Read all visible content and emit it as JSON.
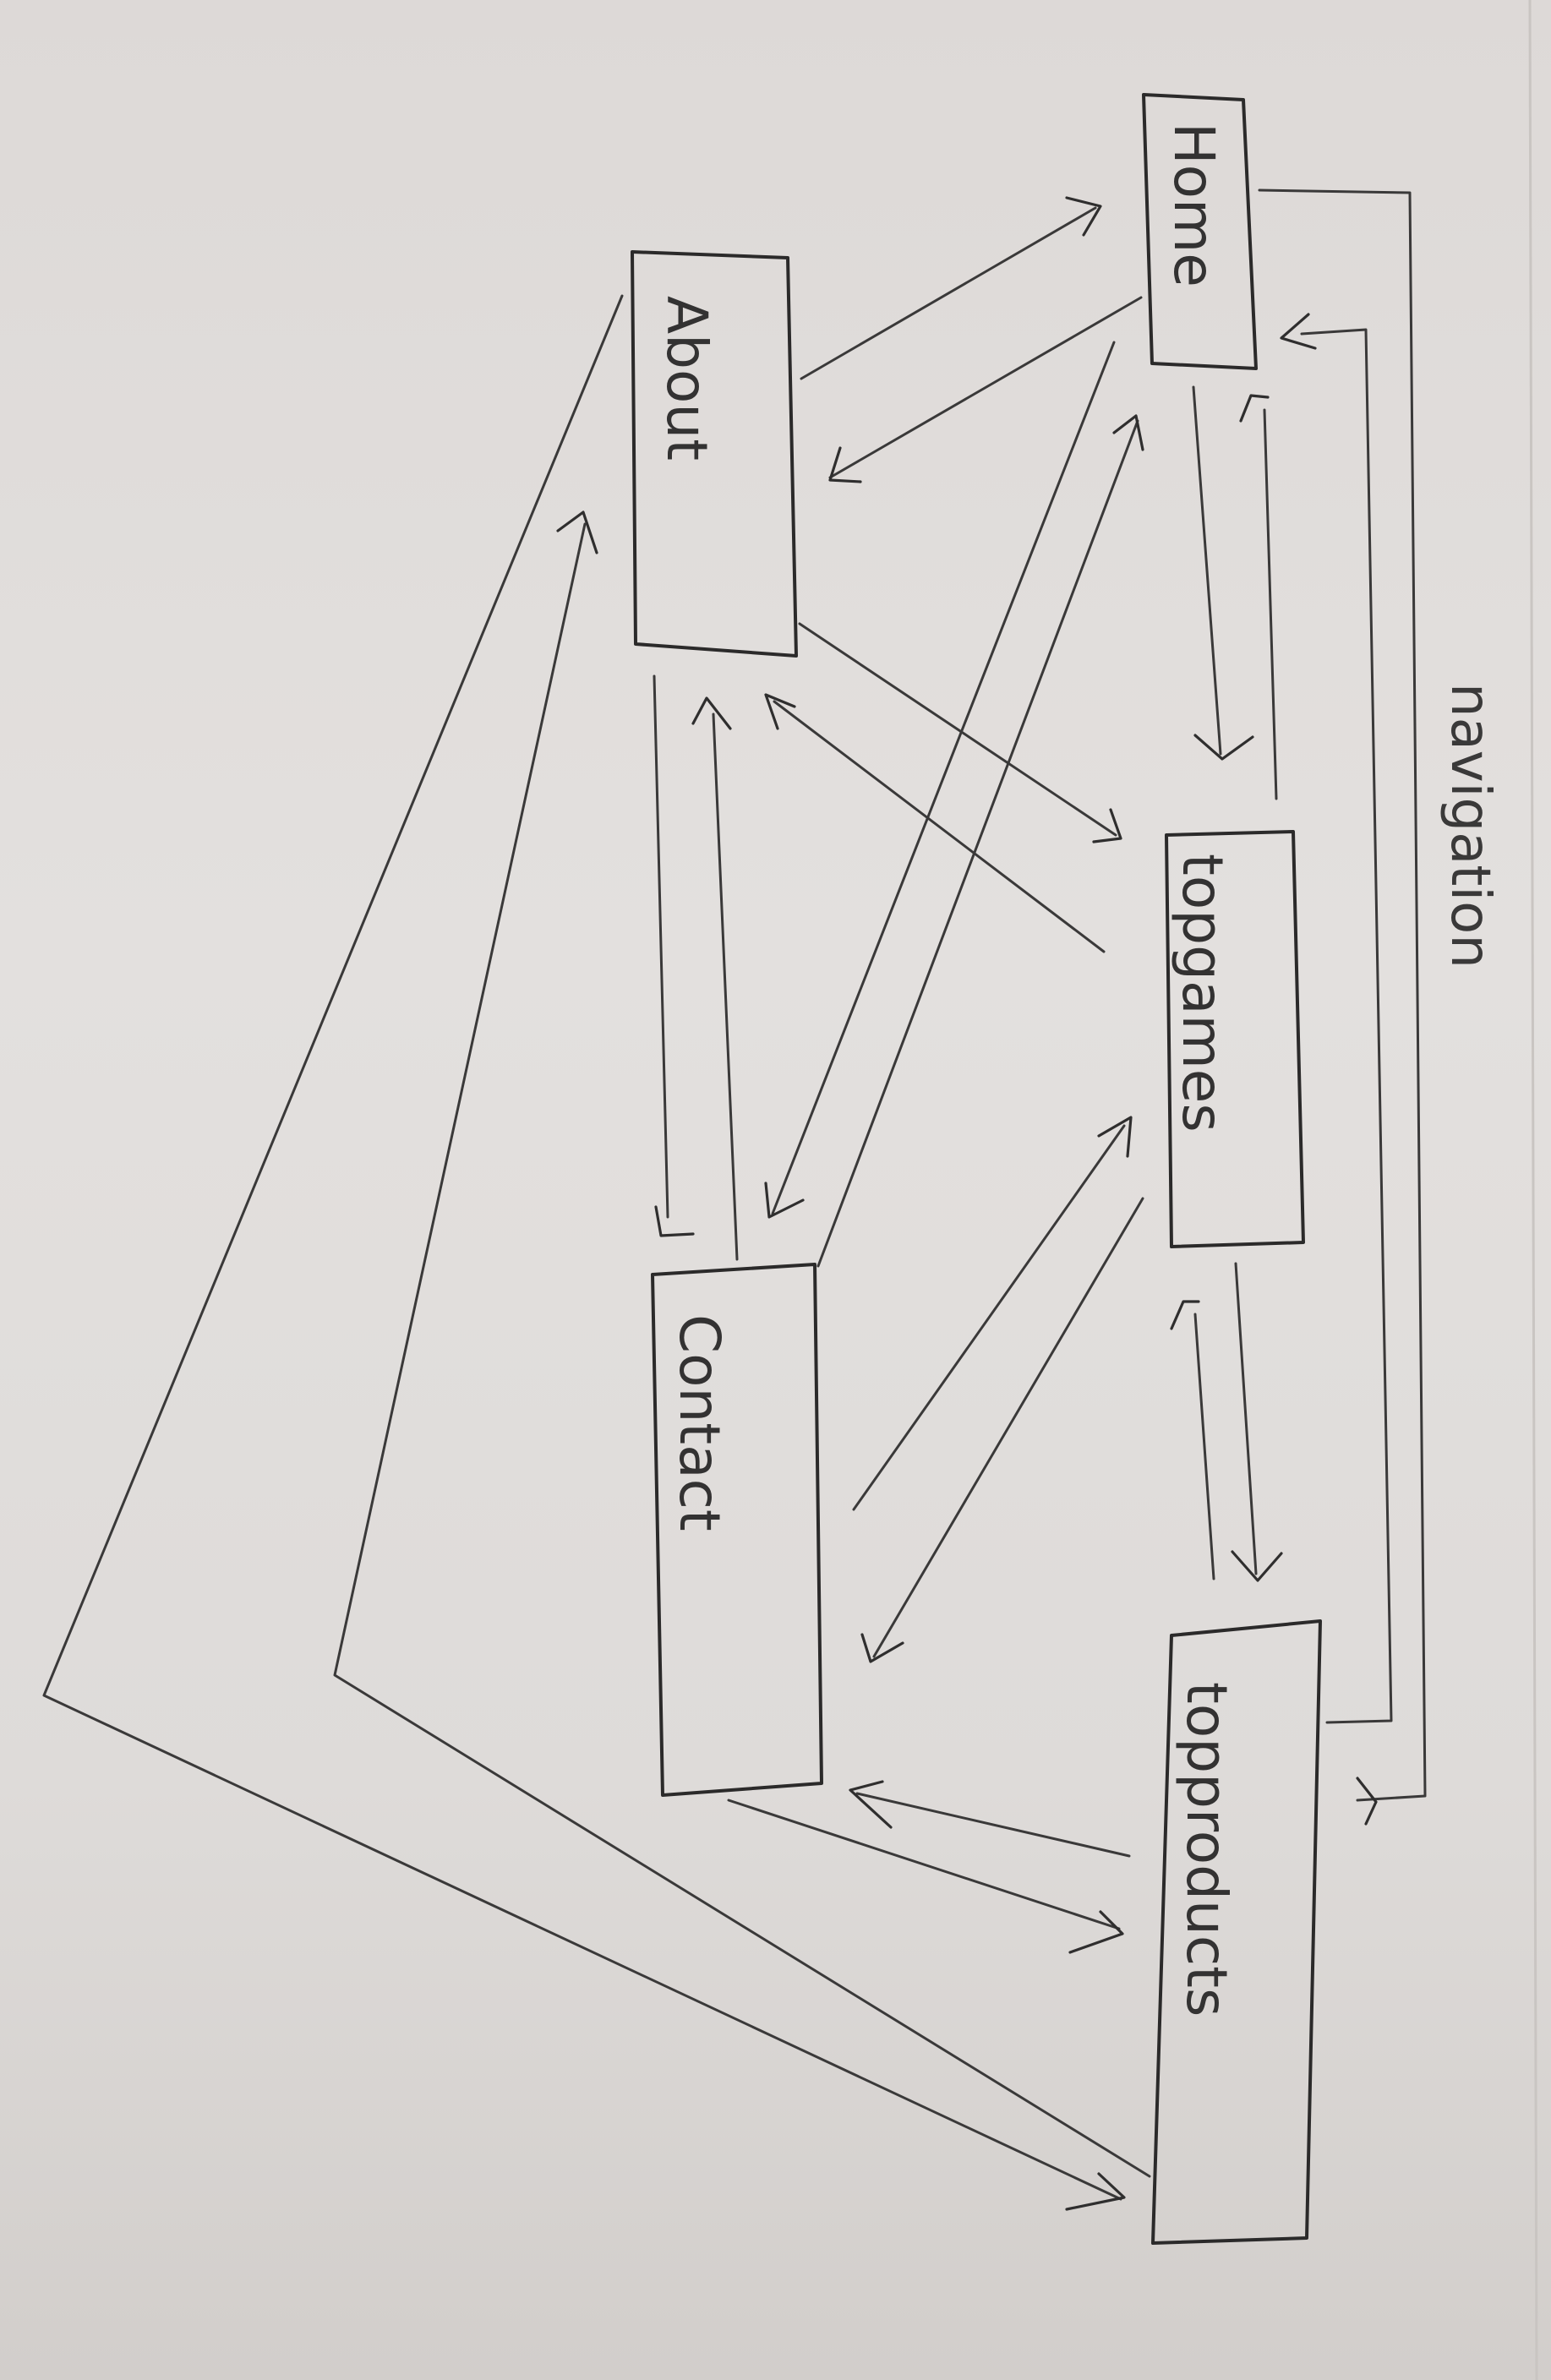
{
  "diagram": {
    "heading": "navigation",
    "nodes": {
      "home": "Home",
      "about": "About",
      "topgames": "topgames",
      "contact": "Contact",
      "topproducts": "topproducts"
    }
  }
}
